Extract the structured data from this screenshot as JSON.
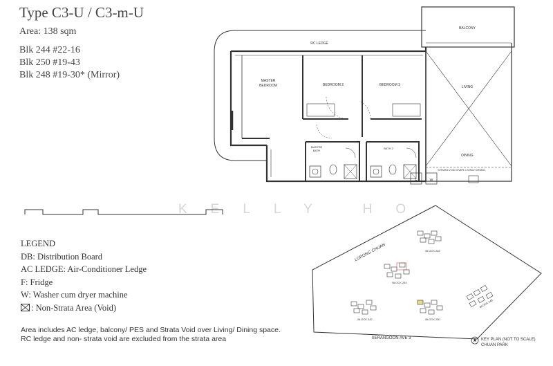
{
  "header": {
    "title": "Type C3-U / C3-m-U",
    "area": "Area: 138 sqm",
    "units": [
      "Blk 244  #22-16",
      "Blk 250  #19-43",
      "Blk 248  #19-30* (Mirror)"
    ]
  },
  "watermark": "KELLY HO",
  "floorplan": {
    "rooms": {
      "balcony": "BALCONY",
      "rc_ledge": "RC LEDGE",
      "master_bedroom_line1": "MASTER",
      "master_bedroom_line2": "BEDROOM",
      "bedroom2": "BEDROOM 2",
      "bedroom3": "BEDROOM 3",
      "living": "LIVING",
      "dining": "DINING",
      "master_bath_line1": "MASTER",
      "master_bath_line2": "BATH",
      "bath2": "BATH 2",
      "strata_void": "STRATA VOID OVER LIVING/ DINING.",
      "fridge": "F",
      "washer": "W"
    }
  },
  "legend": {
    "heading": "LEGEND",
    "items": [
      "DB: Distribution Board",
      "AC LEDGE: Air-Conditioner Ledge",
      "F: Fridge",
      "W: Washer cum dryer machine"
    ],
    "void_item": ": Non-Strata Area (Void)"
  },
  "footnote": {
    "line1": "Area includes AC ledge, balcony/ PES and Strata Void over Living/ Dining space.",
    "line2": "RC ledge and non- strata void are excluded from the strata area"
  },
  "keyplan": {
    "road_lorong": "LORONG CHUAN",
    "road_serangoon": "SERANGOON AVE 3",
    "blocks": [
      "BLOCK 246",
      "BLOCK 244",
      "BLOCK 242",
      "BLOCK 250",
      "BLOCK 248"
    ],
    "caption_line1": "KEY PLAN (NOT TO SCALE)",
    "caption_line2": "CHUAN PARK",
    "highlight_color": "#e8dc8a"
  }
}
